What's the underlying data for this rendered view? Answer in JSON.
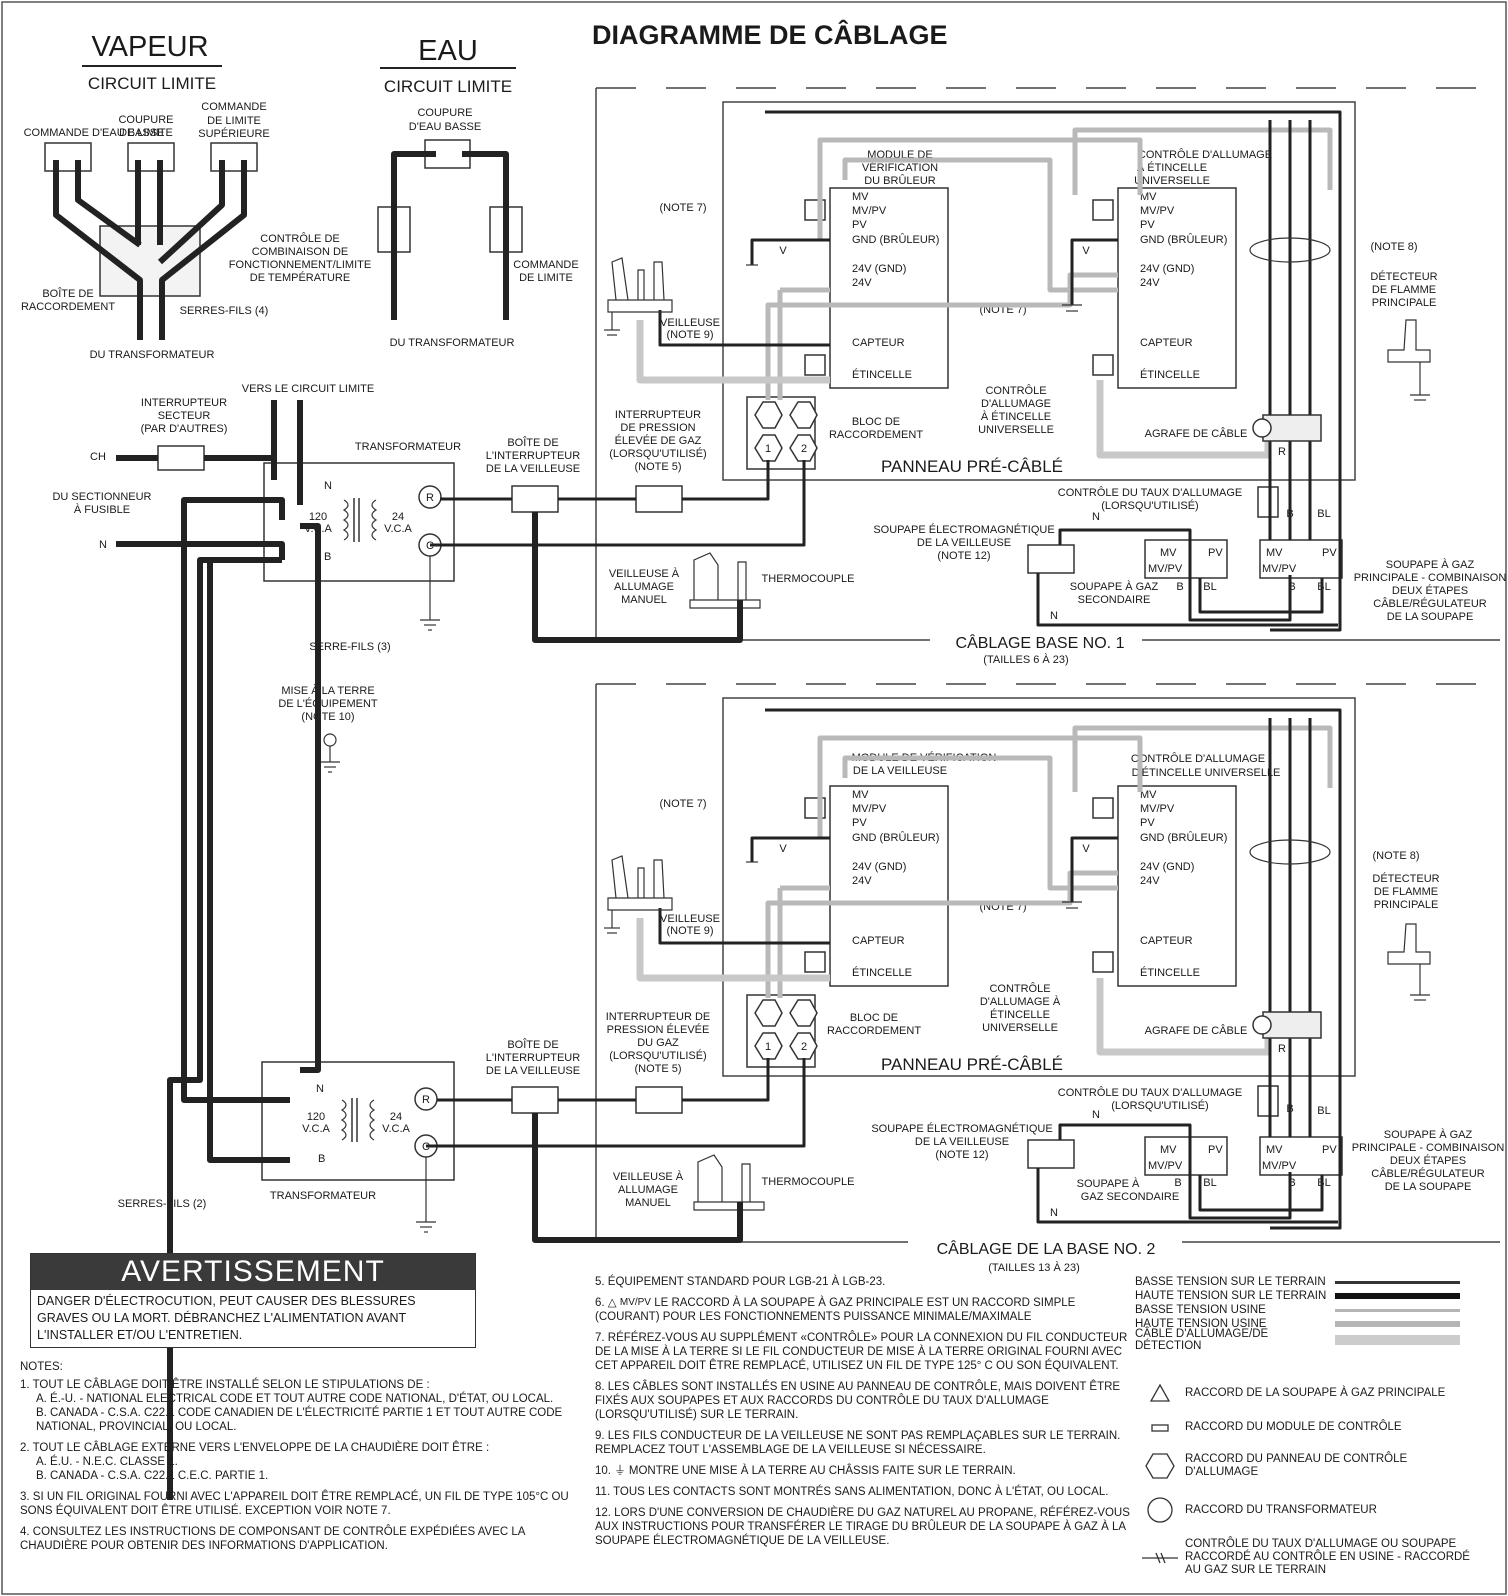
{
  "title": "DIAGRAMME DE CÂBLAGE",
  "vapeur": {
    "title": "VAPEUR",
    "subtitle": "CIRCUIT LIMITE",
    "commande_eau_basse": "COMMANDE D'EAU BASSE",
    "coupure_limite_1": "COUPURE",
    "coupure_limite_2": "DE LIMITE",
    "commande_sup_1": "COMMANDE",
    "commande_sup_2": "DE LIMITE",
    "commande_sup_3": "SUPÉRIEURE",
    "controle_1": "CONTRÔLE DE",
    "controle_2": "COMBINAISON DE",
    "controle_3": "FONCTIONNEMENT/LIMITE",
    "controle_4": "DE TEMPÉRATURE",
    "boite_1": "BOÎTE DE",
    "boite_2": "RACCORDEMENT",
    "serres_fils": "SERRES-FILS (4)",
    "du_transfo": "DU TRANSFORMATEUR"
  },
  "eau": {
    "title": "EAU",
    "subtitle": "CIRCUIT LIMITE",
    "coupure_1": "COUPURE",
    "coupure_2": "D'EAU BASSE",
    "commande_1": "COMMANDE",
    "commande_2": "DE LIMITE",
    "du_transfo": "DU TRANSFORMATEUR"
  },
  "supply": {
    "vers_circuit": "VERS LE CIRCUIT LIMITE",
    "interrupteur_1": "INTERRUPTEUR",
    "interrupteur_2": "SECTEUR",
    "interrupteur_3": "(PAR D'AUTRES)",
    "ch": "CH",
    "n": "N",
    "sectionneur_1": "DU SECTIONNEUR",
    "sectionneur_2": "À FUSIBLE",
    "transformateur": "TRANSFORMATEUR",
    "serre_fils_3": "SERRE-FILS (3)",
    "serres_fils_2": "SERRES-FILS (2)",
    "mise_terre_1": "MISE À LA TERRE",
    "mise_terre_2": "DE L'ÉQUIPEMENT",
    "mise_terre_3": "(NOTE 10)",
    "v120_a": "120",
    "v120_b": "V.C.A",
    "v24_a": "24",
    "v24_b": "V.C.A",
    "tN": "N",
    "tB": "B",
    "R": "R",
    "C": "C"
  },
  "common": {
    "boite_int_1": "BOÎTE DE",
    "boite_int_2": "L'INTERRUPTEUR",
    "boite_int_3": "DE LA VEILLEUSE",
    "veilleuse_man_1": "VEILLEUSE À",
    "veilleuse_man_2": "ALLUMAGE",
    "veilleuse_man_3": "MANUEL",
    "thermocouple": "THERMOCOUPLE",
    "note7": "(NOTE 7)",
    "note8": "(NOTE 8)",
    "veilleuse_n9_1": "VEILLEUSE",
    "veilleuse_n9_2": "(NOTE 9)",
    "mv": "MV",
    "mvpv": "MV/PV",
    "pv": "PV",
    "gnd": "GND (BRÛLEUR)",
    "v24gnd": "24V (GND)",
    "v24": "24V",
    "capteur": "CAPTEUR",
    "etincelle": "ÉTINCELLE",
    "v": "V",
    "bloc_1": "BLOC DE",
    "bloc_2": "RACCORDEMENT",
    "panneau": "PANNEAU PRÉ-CÂBLÉ",
    "agrafe": "AGRAFE DE CÂBLE",
    "detecteur_1": "DÉTECTEUR",
    "detecteur_2": "DE FLAMME",
    "detecteur_3": "PRINCIPALE",
    "ctrl_taux_1": "CONTRÔLE DU TAUX D'ALLUMAGE",
    "ctrl_taux_2": "(LORSQU'UTILISÉ)",
    "soupape_em_1": "SOUPAPE ÉLECTROMAGNÉTIQUE",
    "soupape_em_2": "DE LA VEILLEUSE",
    "soupape_em_3": "(NOTE 12)",
    "sgp_1": "SOUPAPE À GAZ",
    "sgp_2": "PRINCIPALE - COMBINAISON",
    "sgp_3": "DEUX ÉTAPES",
    "sgp_4": "CÂBLE/RÉGULATEUR",
    "sgp_5": "DE LA SOUPAPE",
    "r": "R",
    "b": "B",
    "bl": "BL",
    "n": "N",
    "one": "1",
    "two": "2"
  },
  "base1": {
    "int_pression_1": "INTERRUPTEUR",
    "int_pression_2": "DE PRESSION",
    "int_pression_3": "ÉLEVÉE DE GAZ",
    "int_pression_4": "(LORSQU'UTILISÉ)",
    "int_pression_5": "(NOTE 5)",
    "module_1": "MODULE DE",
    "module_2": "VÉRIFICATION",
    "module_3": "DU BRÛLEUR",
    "ctrl_univ_1": "CONTRÔLE D'ALLUMAGE",
    "ctrl_univ_2": "À ÉTINCELLE",
    "ctrl_univ_3": "UNIVERSELLE",
    "ctrl_all_1": "CONTRÔLE",
    "ctrl_all_2": "D'ALLUMAGE",
    "ctrl_all_3": "À ÉTINCELLE",
    "ctrl_all_4": "UNIVERSELLE",
    "sgs_1": "SOUPAPE À GAZ",
    "sgs_2": "SECONDAIRE",
    "label": "CÂBLAGE BASE NO. 1",
    "sizes": "(TAILLES 6 À 23)"
  },
  "base2": {
    "int_pression_1": "INTERRUPTEUR DE",
    "int_pression_2": "PRESSION ÉLEVÉE",
    "int_pression_3": "DU GAZ",
    "int_pression_4": "(LORSQU'UTILISÉ)",
    "int_pression_5": "(NOTE 5)",
    "module_1": "MODULE DE VÉRIFICATION",
    "module_2": "DE LA VEILLEUSE",
    "ctrl_univ_1": "CONTRÔLE D'ALLUMAGE",
    "ctrl_univ_2": "D'ÉTINCELLE UNIVERSELLE",
    "ctrl_all_1": "CONTRÔLE",
    "ctrl_all_2": "D'ALLUMAGE À",
    "ctrl_all_3": "ÉTINCELLE",
    "ctrl_all_4": "UNIVERSELLE",
    "sgs_1": "SOUPAPE À",
    "sgs_2": "GAZ SECONDAIRE",
    "label": "CÂBLAGE DE LA BASE NO. 2",
    "sizes": "(TAILLES 13 À 23)"
  },
  "warning": {
    "title": "AVERTISSEMENT",
    "text": "DANGER D'ÉLECTROCUTION, PEUT CAUSER DES BLESSURES GRAVES OU LA MORT. DÉBRANCHEZ L'ALIMENTATION AVANT L'INSTALLER ET/OU L'ENTRETIEN."
  },
  "notes_left": {
    "heading": "NOTES:",
    "n1": "1. TOUT LE CÂBLAGE DOIT ÊTRE INSTALLÉ SELON LE STIPULATIONS DE :",
    "n1a": "A. É.-U. - NATIONAL ELECTRICAL CODE ET TOUT AUTRE CODE NATIONAL, D'ÉTAT, OU LOCAL.",
    "n1b": "B. CANADA - C.S.A. C22.1 CODE CANADIEN DE L'ÉLECTRICITÉ PARTIE 1 ET TOUT AUTRE CODE NATIONAL, PROVINCIAL, OU LOCAL.",
    "n2": "2. TOUT LE CÂBLAGE EXTERNE VERS L'ENVELOPPE DE LA CHAUDIÈRE DOIT ÊTRE :",
    "n2a": "A. É.U. - N.E.C. CLASSE 1.",
    "n2b": "B. CANADA - C.S.A. C22.1 C.E.C. PARTIE 1.",
    "n3": "3. SI UN FIL ORIGINAL FOURNI AVEC L'APPAREIL DOIT ÊTRE REMPLACÉ, UN FIL DE TYPE 105°C OU SONS ÉQUIVALENT DOIT ÊTRE UTILISÉ. EXCEPTION VOIR NOTE 7.",
    "n4": "4. CONSULTEZ LES INSTRUCTIONS DE COMPONSANT DE CONTRÔLE EXPÉDIÉES AVEC LA CHAUDIÈRE POUR OBTENIR DES INFORMATIONS D'APPLICATION."
  },
  "notes_right": {
    "n5": "5. ÉQUIPEMENT STANDARD POUR LGB-21 À LGB-23.",
    "n6_num": "6.",
    "n6_sym": "MV/PV",
    "n6": "LE RACCORD À LA SOUPAPE À GAZ PRINCIPALE EST UN RACCORD SIMPLE (COURANT) POUR LES FONCTIONNEMENTS PUISSANCE MINIMALE/MAXIMALE",
    "n7": "7. RÉFÉREZ-VOUS AU SUPPLÉMENT «CONTRÔLE» POUR LA CONNEXION DU FIL CONDUCTEUR DE LA MISE À LA TERRE SI LE FIL CONDUCTEUR DE MISE À LA TERRE ORIGINAL FOURNI AVEC CET APPAREIL DOIT ÊTRE REMPLACÉ, UTILISEZ UN FIL DE TYPE 125° C OU SON ÉQUIVALENT.",
    "n8": "8. LES CÂBLES SONT INSTALLÉS EN USINE AU PANNEAU DE CONTRÔLE, MAIS DOIVENT ÊTRE FIXÉS AUX SOUPAPES ET AUX RACCORDS DU CONTRÔLE DU TAUX D'ALLUMAGE (LORSQU'UTILISÉ) SUR LE TERRAIN.",
    "n9": "9. LES FILS CONDUCTEUR DE LA VEILLEUSE NE SONT PAS REMPLAÇABLES SUR LE TERRAIN. REMPLACEZ TOUT L'ASSEMBLAGE DE LA VEILLEUSE SI NÉCESSAIRE.",
    "n10_num": "10.",
    "n10": "MONTRE UNE MISE À LA TERRE AU CHÂSSIS FAITE SUR LE TERRAIN.",
    "n11": "11. TOUS LES CONTACTS SONT MONTRÉS SANS ALIMENTATION, DONC À L'ÉTAT, OU LOCAL.",
    "n12": "12. LORS D'UNE CONVERSION DE CHAUDIÈRE DU GAZ NATUREL AU PROPANE, RÉFÉREZ-VOUS AUX INSTRUCTIONS POUR TRANSFÉRER LE TIRAGE DU BRÛLEUR DE LA SOUPAPE À GAZ À LA SOUPAPE ÉLECTROMAGNÉTIQUE DE LA VEILLEUSE."
  },
  "legend": {
    "lines": [
      {
        "label": "BASSE TENSION SUR LE TERRAIN",
        "color": "#333333",
        "weight": 3
      },
      {
        "label": "HAUTE TENSION SUR LE TERRAIN",
        "color": "#111111",
        "weight": 6
      },
      {
        "label": "BASSE TENSION USINE",
        "color": "#b5b5b5",
        "weight": 3
      },
      {
        "label": "HAUTE TENSION USINE",
        "color": "#b5b5b5",
        "weight": 6
      },
      {
        "label": "CÂBLE D'ALLUMAGE/DE DÉTECTION",
        "color": "#cccccc",
        "weight": 10
      }
    ],
    "symbols": [
      {
        "icon": "triangle-icon",
        "label": "RACCORD DE LA SOUPAPE À GAZ PRINCIPALE"
      },
      {
        "icon": "rectangle-icon",
        "label": "RACCORD DU MODULE DE CONTRÔLE"
      },
      {
        "icon": "hexagon-icon",
        "label": "RACCORD DU PANNEAU DE CONTRÔLE D'ALLUMAGE"
      },
      {
        "icon": "circle-icon",
        "label": "RACCORD DU TRANSFORMATEUR"
      },
      {
        "icon": "field-connection-icon",
        "label": "CONTRÔLE DU TAUX D'ALLUMAGE OU SOUPAPE RACCORDÉ AU CONTRÔLE EN USINE - RACCORDÉ AU GAZ SUR LE TERRAIN"
      }
    ]
  }
}
